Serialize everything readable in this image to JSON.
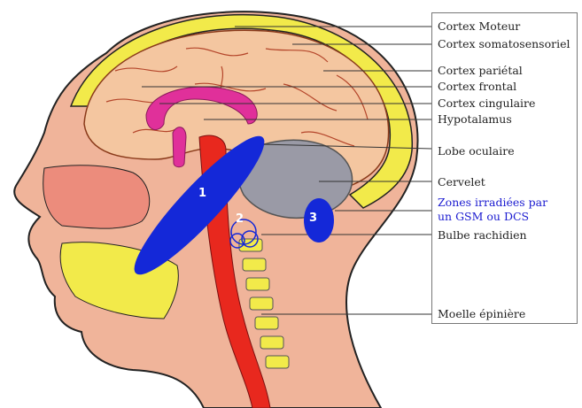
{
  "labels": {
    "cortex_moteur": "Cortex Moteur",
    "cortex_somato": "Cortex somatosensoriel",
    "cortex_parietal": "Cortex pariétal",
    "cortex_frontal": "Cortex frontal",
    "cortex_cingulaire": "Cortex cingulaire",
    "hypotalamus": "Hypotalamus",
    "lobe_oculaire": "Lobe oculaire",
    "cervelet": "Cervelet",
    "zones_line1": "Zones irradiées par",
    "zones_line2": "un GSM ou DCS",
    "bulbe": "Bulbe rachidien",
    "moelle": "Moelle épinière"
  },
  "markers": {
    "zone1": "1",
    "zone2": "2",
    "zone3": "3"
  },
  "colors": {
    "skin": "#f0b49a",
    "skull": "#f2ea4a",
    "brain": "#f4c6a0",
    "cerebellum": "#9a9aa6",
    "spinal_cord": "#e8281e",
    "corpus_callosum": "#e0309a",
    "zone": "#1428d8",
    "label_text": "#222222",
    "zone_label": "#1a1ad0"
  }
}
